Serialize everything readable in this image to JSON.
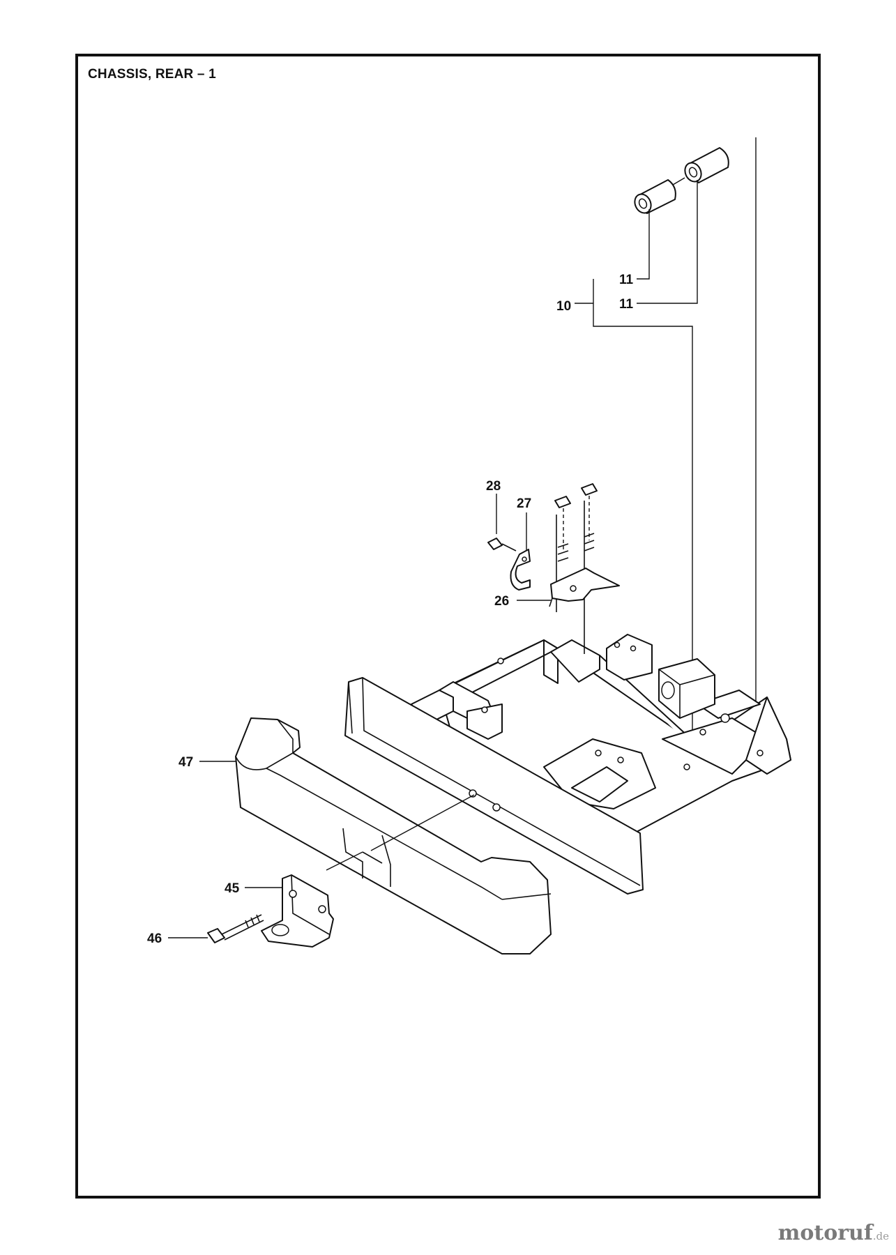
{
  "title": "CHASSIS, REAR – 1",
  "callouts": [
    {
      "id": "c11a",
      "label": "11"
    },
    {
      "id": "c11b",
      "label": "11"
    },
    {
      "id": "c10",
      "label": "10"
    },
    {
      "id": "c28",
      "label": "28"
    },
    {
      "id": "c27",
      "label": "27"
    },
    {
      "id": "c26",
      "label": "26"
    },
    {
      "id": "c47",
      "label": "47"
    },
    {
      "id": "c45",
      "label": "45"
    },
    {
      "id": "c46",
      "label": "46"
    }
  ],
  "watermark": {
    "brand": "motoruf",
    "tld": ".de"
  }
}
